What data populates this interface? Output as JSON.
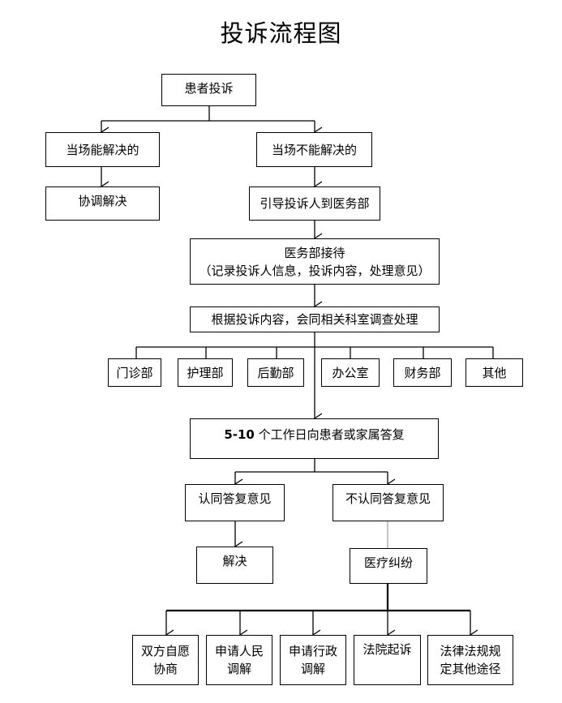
{
  "title": "投诉流程图",
  "nodes": {
    "complaint": "患者投诉",
    "resolvable": "当场能解决的",
    "not_resolvable": "当场不能解决的",
    "coordinate": "协调解决",
    "guide": "引导投诉人到医务部",
    "reception_line1": "医务部接待",
    "reception_line2": "（记录投诉人信息，投诉内容，处理意见）",
    "investigate": "根据投诉内容，会同相关科室调查处理",
    "reply_bold": "5-10",
    "reply_text": " 个工作日向患者或家属答复",
    "agree": "认同答复意见",
    "disagree": "不认同答复意见",
    "solved": "解决",
    "dispute": "医疗纠纷"
  },
  "departments": [
    "门诊部",
    "护理部",
    "后勤部",
    "办公室",
    "财务部",
    "其他"
  ],
  "options": [
    {
      "line1": "双方自愿",
      "line2": "协商"
    },
    {
      "line1": "申请人民",
      "line2": "调解"
    },
    {
      "line1": "申请行政",
      "line2": "调解"
    },
    {
      "line1": "法院起诉",
      "line2": ""
    },
    {
      "line1": "法律法规规",
      "line2": "定其他途径"
    }
  ]
}
